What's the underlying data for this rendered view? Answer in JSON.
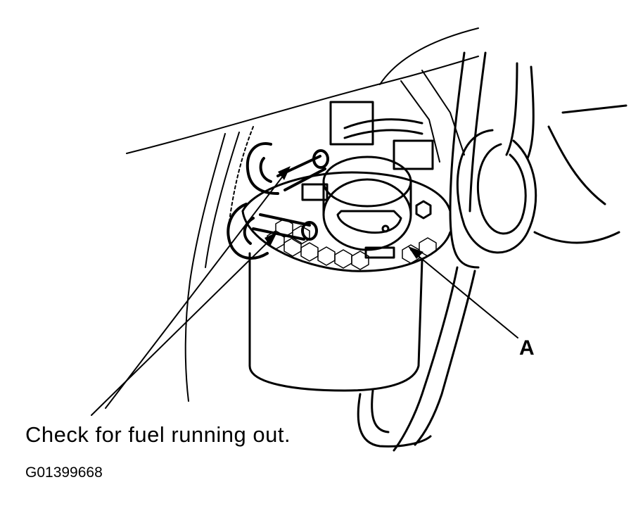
{
  "callouts": {
    "part_a": "A"
  },
  "caption": "Check for fuel running out.",
  "figure_id": "G01399668",
  "colors": {
    "ink": "#000000",
    "paper": "#ffffff"
  }
}
